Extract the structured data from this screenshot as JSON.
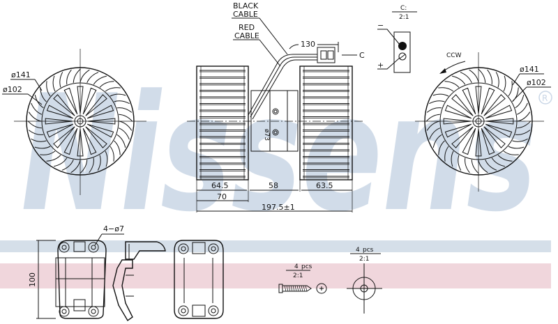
{
  "watermark": {
    "text": "Nissens",
    "registered_mark": "R",
    "color": "#c9d6e6"
  },
  "bands": {
    "blue": "#d5dfe9",
    "pink": "#f0d6dc"
  },
  "wheel_left": {
    "outer_dia": "ø141",
    "inner_dia": "ø102"
  },
  "wheel_right": {
    "outer_dia": "ø141",
    "inner_dia": "ø102",
    "rotation": "CCW"
  },
  "cables": {
    "black": [
      "BLACK",
      "CABLE"
    ],
    "red": [
      "RED",
      "CABLE"
    ],
    "length": "130",
    "connector_ref": "C"
  },
  "connector_detail": {
    "title": "C:",
    "scale": "2:1",
    "minus": "−",
    "plus": "+"
  },
  "side_view": {
    "motor_dia": "ø73",
    "dims": {
      "left_wheel": "64.5",
      "motor": "58",
      "right_wheel": "63.5",
      "left_total": "70",
      "overall": "197.5±1"
    }
  },
  "bottom": {
    "height": "100",
    "holes": "4−ø7"
  },
  "screw": {
    "qty": "4",
    "unit": "pcs",
    "scale": "2:1"
  },
  "washer": {
    "qty": "4",
    "unit": "pcs",
    "scale": "2:1"
  }
}
